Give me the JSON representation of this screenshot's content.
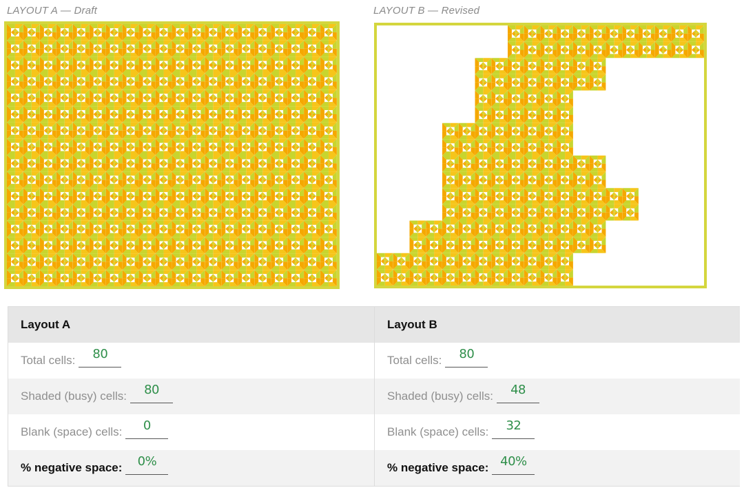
{
  "captions": {
    "layout_a": "LAYOUT A — Draft",
    "layout_b": "LAYOUT B — Revised"
  },
  "pattern_colors": {
    "panel_border": "#d4d63e",
    "light_green": "#c8d52e",
    "orange": "#f5a800",
    "yellow": "#f6c51a"
  },
  "grid": {
    "columns": 10,
    "rows": 8,
    "layout_b_filled": [
      "....######",
      "...####...",
      "...###....",
      "..####....",
      "..#####...",
      "..######..",
      ".######...",
      "######...."
    ]
  },
  "worksheet": {
    "columns": [
      {
        "header": "Layout A",
        "rows": [
          {
            "label": "Total cells:",
            "answer": "80"
          },
          {
            "label": "Shaded (busy) cells:",
            "answer": "80"
          },
          {
            "label": "Blank (space) cells:",
            "answer": "0"
          },
          {
            "label": "% negative space:",
            "answer": "0%"
          }
        ]
      },
      {
        "header": "Layout B",
        "rows": [
          {
            "label": "Total cells:",
            "answer": "80"
          },
          {
            "label": "Shaded (busy) cells:",
            "answer": "48"
          },
          {
            "label": "Blank (space) cells:",
            "answer": "32"
          },
          {
            "label": "% negative space:",
            "answer": "40%"
          }
        ]
      }
    ]
  }
}
